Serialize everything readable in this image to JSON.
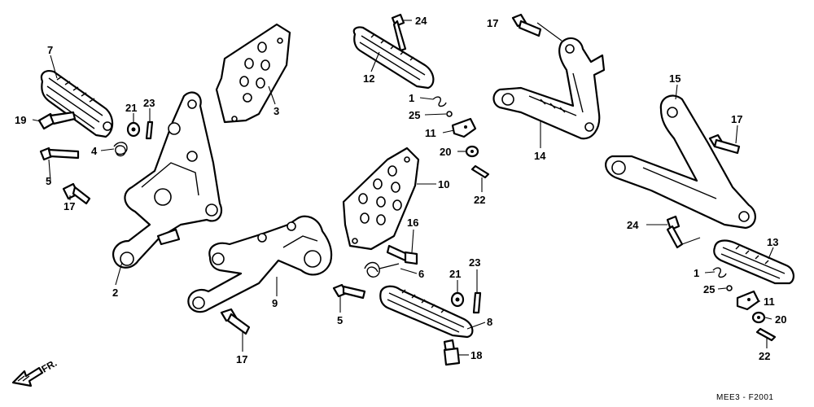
{
  "diagram": {
    "drawing_code": "MEE3 - F2001",
    "direction_label": "FR.",
    "callouts": {
      "c7": "7",
      "c19": "19",
      "c21a": "21",
      "c23a": "23",
      "c4": "4",
      "c5a": "5",
      "c17a": "17",
      "c2": "2",
      "c3": "3",
      "c24a": "24",
      "c12": "12",
      "c1a": "1",
      "c25a": "25",
      "c11a": "11",
      "c20a": "20",
      "c22a": "22",
      "c10": "10",
      "c16": "16",
      "c6": "6",
      "c9": "9",
      "c5b": "5",
      "c17b": "17",
      "c21b": "21",
      "c23b": "23",
      "c8": "8",
      "c18": "18",
      "c17c": "17",
      "c14": "14",
      "c15": "15",
      "c17d": "17",
      "c24b": "24",
      "c13": "13",
      "c1b": "1",
      "c25b": "25",
      "c11b": "11",
      "c20b": "20",
      "c22b": "22"
    }
  }
}
